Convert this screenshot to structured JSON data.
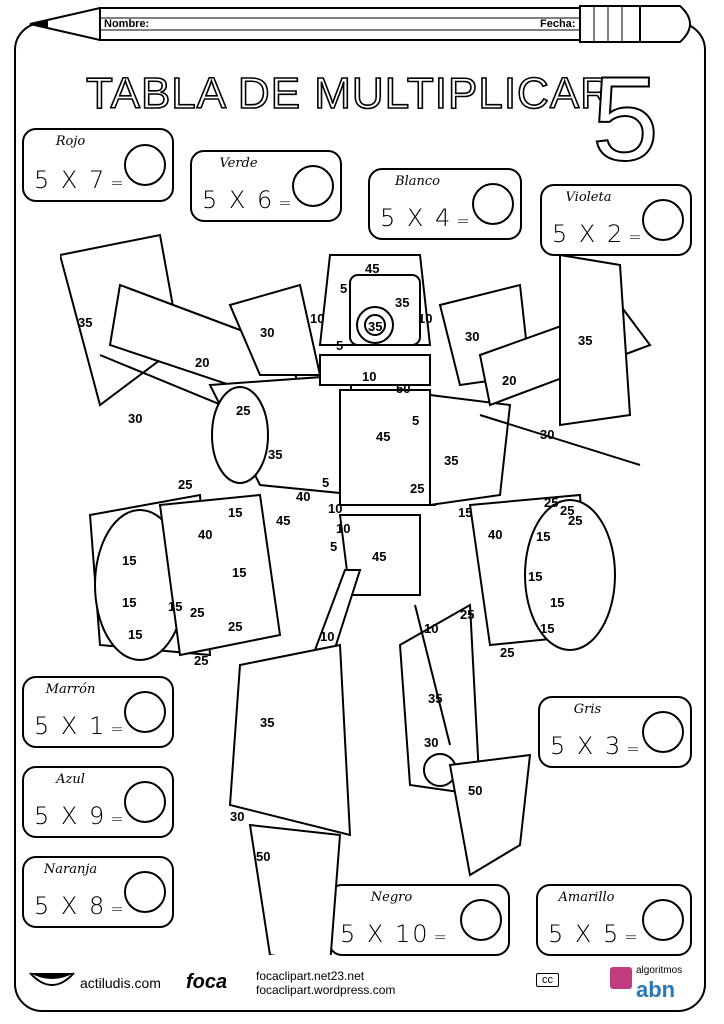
{
  "header": {
    "nombre_label": "Nombre:",
    "fecha_label": "Fecha:"
  },
  "title": {
    "text": "TABLA DE MULTIPLICAR",
    "number": "5"
  },
  "exercises": [
    {
      "color": "Rojo",
      "equation": "5 X 7"
    },
    {
      "color": "Verde",
      "equation": "5 X 6"
    },
    {
      "color": "Blanco",
      "equation": "5 X 4"
    },
    {
      "color": "Violeta",
      "equation": "5 X 2"
    },
    {
      "color": "Marrón",
      "equation": "5 X 1"
    },
    {
      "color": "Gris",
      "equation": "5 X 3"
    },
    {
      "color": "Azul",
      "equation": "5 X 9"
    },
    {
      "color": "Naranja",
      "equation": "5 X 8"
    },
    {
      "color": "Negro",
      "equation": "5 X 10"
    },
    {
      "color": "Amarillo",
      "equation": "5 X 5"
    }
  ],
  "equals": "=",
  "robot_numbers": [
    "45",
    "5",
    "35",
    "10",
    "35",
    "10",
    "5",
    "30",
    "30",
    "35",
    "35",
    "20",
    "20",
    "30",
    "30",
    "10",
    "50",
    "25",
    "5",
    "45",
    "35",
    "35",
    "5",
    "25",
    "40",
    "45",
    "10",
    "10",
    "5",
    "45",
    "15",
    "40",
    "15",
    "15",
    "15",
    "15",
    "15",
    "25",
    "25",
    "25",
    "25",
    "40",
    "15",
    "15",
    "15",
    "15",
    "15",
    "25",
    "10",
    "10",
    "35",
    "30",
    "50",
    "35",
    "30",
    "50",
    "25",
    "25",
    "25",
    "25"
  ],
  "footer": {
    "actiludis": "actiludis.com",
    "foca_logo": "foca",
    "url1": "focaclipart.net23.net",
    "url2": "focaclipart.wordpress.com",
    "cc": "cc",
    "algoritmos": "algoritmos",
    "abn": "abn"
  }
}
